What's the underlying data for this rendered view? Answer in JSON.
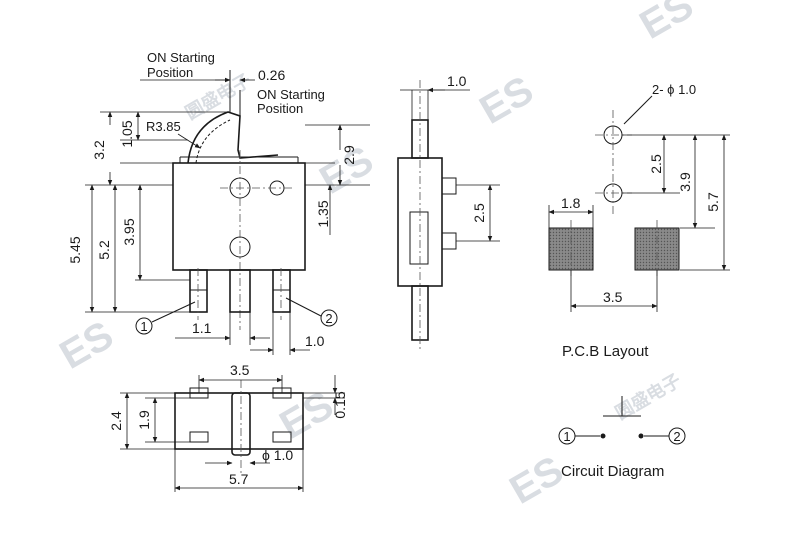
{
  "colors": {
    "line": "#1a1a1a",
    "watermark": "#d9dde2",
    "background": "#ffffff"
  },
  "watermark": {
    "brand": "ES",
    "chinese": "圆盛电子"
  },
  "labels": {
    "on_start": [
      "ON Starting",
      "Position"
    ],
    "on_pos": [
      "ON Starting",
      "Position"
    ],
    "radius": "R3.85",
    "pcb_layout": "P.C.B Layout",
    "circuit_diagram": "Circuit Diagram",
    "holes": "2- ϕ 1.0",
    "pin_dia": "ϕ 1.0"
  },
  "dims": {
    "d026": "0.26",
    "d32": "3.2",
    "d105": "1.05",
    "d29": "2.9",
    "d545": "5.45",
    "d52": "5.2",
    "d395": "3.95",
    "d135": "1.35",
    "d11": "1.1",
    "d10b": "1.0",
    "d10a": "1.0",
    "d25a": "2.5",
    "d25b": "2.5",
    "d39": "3.9",
    "d57a": "5.7",
    "d18": "1.8",
    "d35a": "3.5",
    "d35b": "3.5",
    "d24": "2.4",
    "d19": "1.9",
    "d015": "0.15",
    "d57b": "5.7"
  },
  "pins": {
    "p1": "1",
    "p2": "2",
    "c1": "1",
    "c2": "2"
  }
}
